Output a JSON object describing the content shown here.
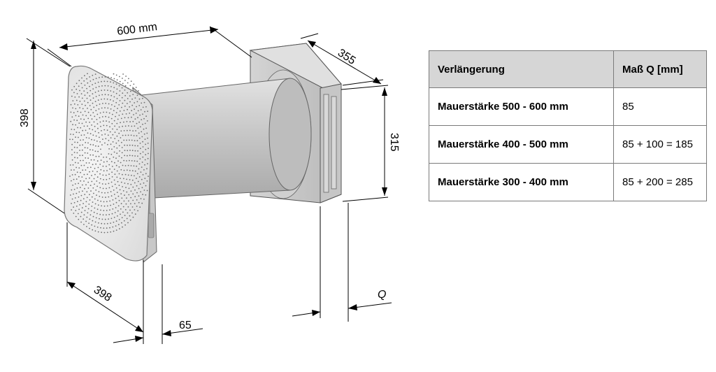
{
  "dimensions": {
    "width_top": "600 mm",
    "depth_top": "355",
    "height_left": "398",
    "height_right": "315",
    "width_bottom": "398",
    "panel_depth": "65",
    "extension": "Q"
  },
  "table": {
    "headers": [
      "Verlängerung",
      "Maß Q [mm]"
    ],
    "rows": [
      {
        "wall": "Mauerstärke 500 - 600 mm",
        "q": "85"
      },
      {
        "wall": "Mauerstärke 400 - 500 mm",
        "q": "85 + 100 = 185"
      },
      {
        "wall": "Mauerstärke 300 - 400 mm",
        "q": "85 + 200 = 285"
      }
    ]
  },
  "colors": {
    "header_bg": "#d6d6d6",
    "line": "#000000",
    "body_gray": "#c9c9c9"
  }
}
